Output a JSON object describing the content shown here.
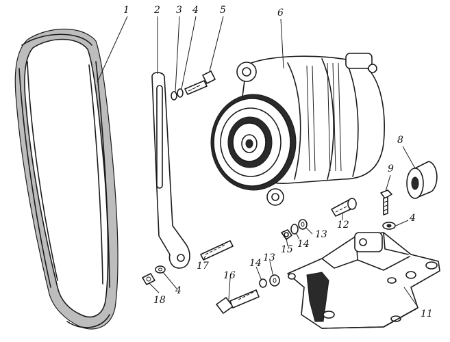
{
  "callouts": {
    "c1": "1",
    "c2": "2",
    "c3": "3",
    "c4": "4",
    "c5": "5",
    "c6": "6",
    "c7": "17",
    "c8": "8",
    "c9": "9",
    "c10": "4",
    "c11": "12",
    "c12": "13",
    "c13": "14",
    "c14": "15",
    "c15": "16",
    "c16": "14",
    "c17": "13",
    "c18": "18",
    "c19": "4",
    "c20": "11"
  }
}
